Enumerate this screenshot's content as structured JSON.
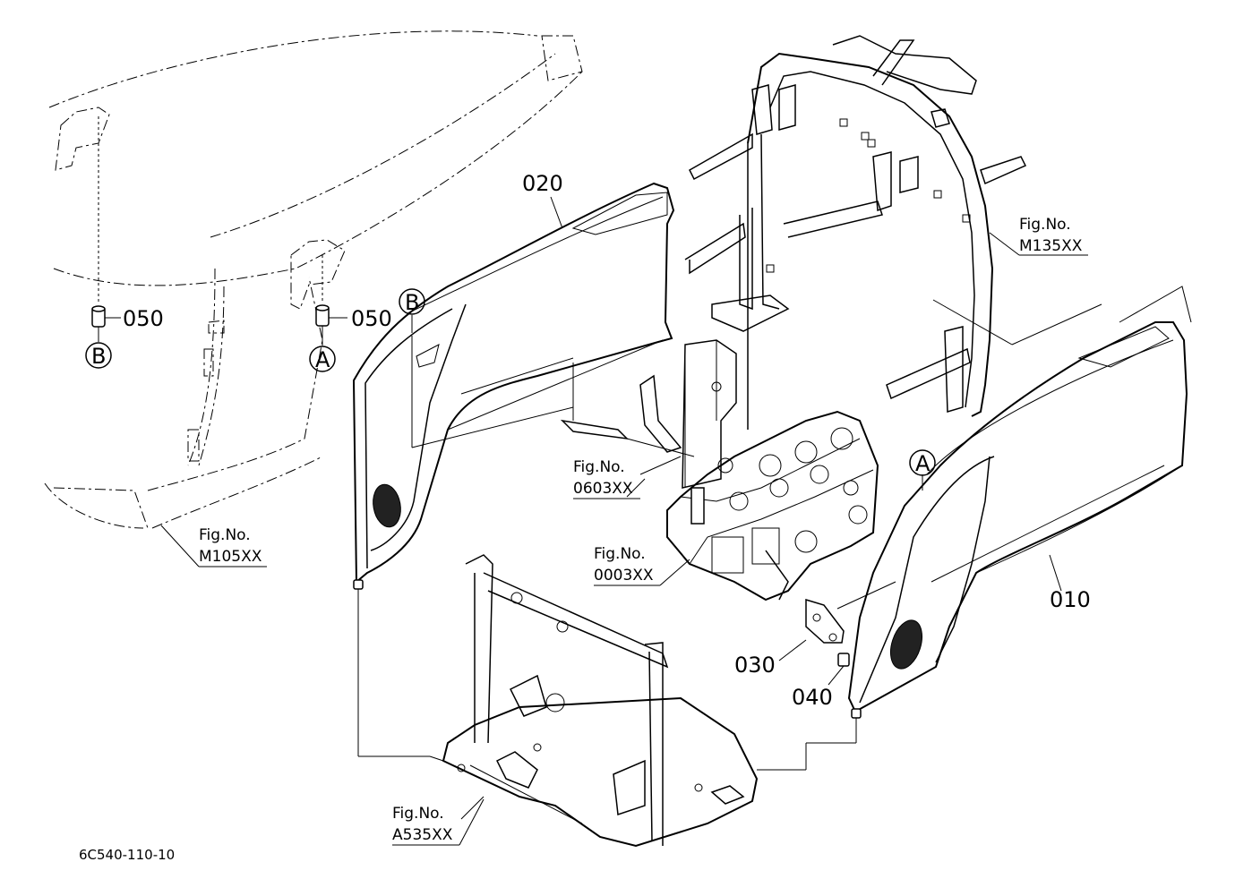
{
  "parts": {
    "p010": "010",
    "p020": "020",
    "p030": "030",
    "p040": "040",
    "p050_left": "050",
    "p050_right": "050"
  },
  "callouts": {
    "a_left": "A",
    "b_left": "B",
    "b_panel": "B",
    "a_panel": "A"
  },
  "references": {
    "m135": {
      "label": "Fig.No.",
      "code": "M135XX"
    },
    "m105": {
      "label": "Fig.No.",
      "code": "M105XX"
    },
    "f0603": {
      "label": "Fig.No.",
      "code": "0603XX"
    },
    "f0003": {
      "label": "Fig.No.",
      "code": "0003XX"
    },
    "a535": {
      "label": "Fig.No.",
      "code": "A535XX"
    }
  },
  "drawing_number": "6C540-110-10"
}
